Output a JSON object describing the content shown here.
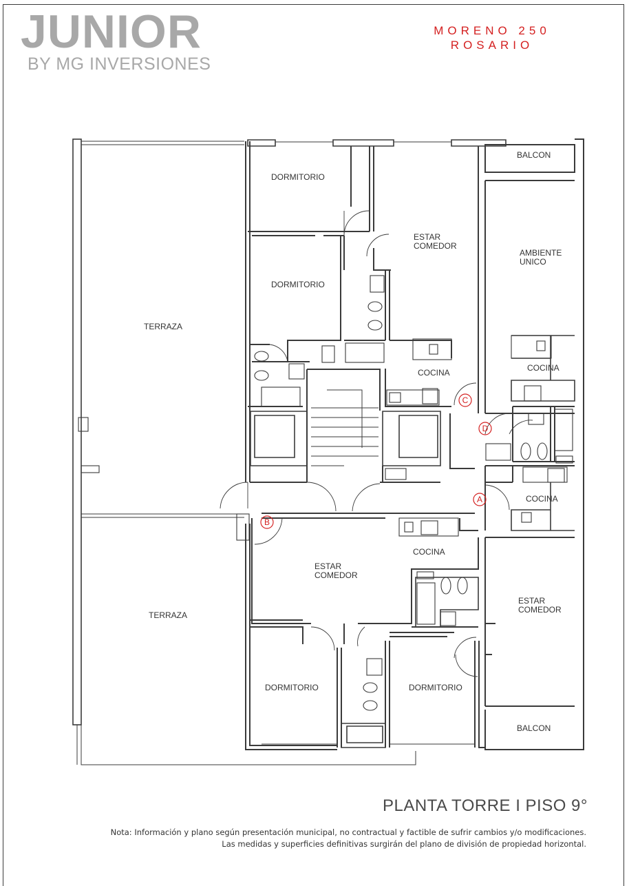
{
  "brand": {
    "name": "JUNIOR",
    "subtitle": "BY MG INVERSIONES"
  },
  "address": {
    "street": "MORENO 250",
    "city": "ROSARIO"
  },
  "plan": {
    "title": "PLANTA TORRE I PISO 9°",
    "rooms": [
      {
        "key": "terraza_top",
        "label": "TERRAZA"
      },
      {
        "key": "terraza_bottom",
        "label": "TERRAZA"
      },
      {
        "key": "dormitorio_1",
        "label": "DORMITORIO"
      },
      {
        "key": "dormitorio_2",
        "label": "DORMITORIO"
      },
      {
        "key": "dormitorio_3",
        "label": "DORMITORIO"
      },
      {
        "key": "dormitorio_4",
        "label": "DORMITORIO"
      },
      {
        "key": "estar_comedor_c",
        "label": [
          "ESTAR",
          "COMEDOR"
        ]
      },
      {
        "key": "estar_comedor_b",
        "label": [
          "ESTAR",
          "COMEDOR"
        ]
      },
      {
        "key": "estar_comedor_a",
        "label": [
          "ESTAR",
          "COMEDOR"
        ]
      },
      {
        "key": "ambiente_unico",
        "label": [
          "AMBIENTE",
          "UNICO"
        ]
      },
      {
        "key": "cocina_c",
        "label": "COCINA"
      },
      {
        "key": "cocina_d",
        "label": "COCINA"
      },
      {
        "key": "cocina_a",
        "label": "COCINA"
      },
      {
        "key": "cocina_b",
        "label": "COCINA"
      },
      {
        "key": "balcon_top",
        "label": "BALCON"
      },
      {
        "key": "balcon_bottom",
        "label": "BALCON"
      }
    ],
    "unit_markers": [
      "A",
      "B",
      "C",
      "D"
    ]
  },
  "note": {
    "line1": "Nota: Información y plano según presentación municipal, no contractual y factible de sufrir cambios y/o modificaciones.",
    "line2": "Las medidas y superficies  definitivas surgirán del plano de división de propiedad horizontal."
  },
  "colors": {
    "wall": "#3a3a3a",
    "brand_gray": "#a8a8a8",
    "accent_red": "#d42020"
  }
}
